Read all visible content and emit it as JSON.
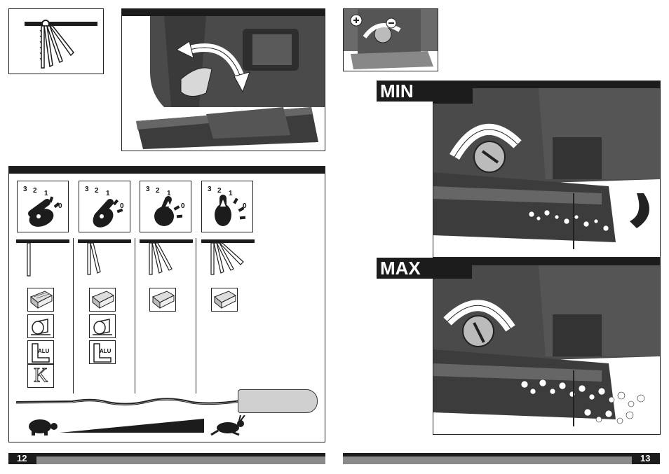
{
  "pages": {
    "left_number": "12",
    "right_number": "13"
  },
  "speed_settings": {
    "dial_numbers": [
      "3",
      "2",
      "1",
      "0"
    ],
    "material_icons": [
      "wood-icon",
      "plastic-pipe-icon",
      "aluminium-profile-icon",
      "plastic-k-icon"
    ],
    "alu_label": "ALU",
    "k_label": "K"
  },
  "dust_extraction": {
    "min_label": "MIN",
    "max_label": "MAX"
  },
  "colors": {
    "bar": "#1c1c1c",
    "page_bar": "#8a8a8a",
    "tool_body": "#4a4a4a"
  }
}
